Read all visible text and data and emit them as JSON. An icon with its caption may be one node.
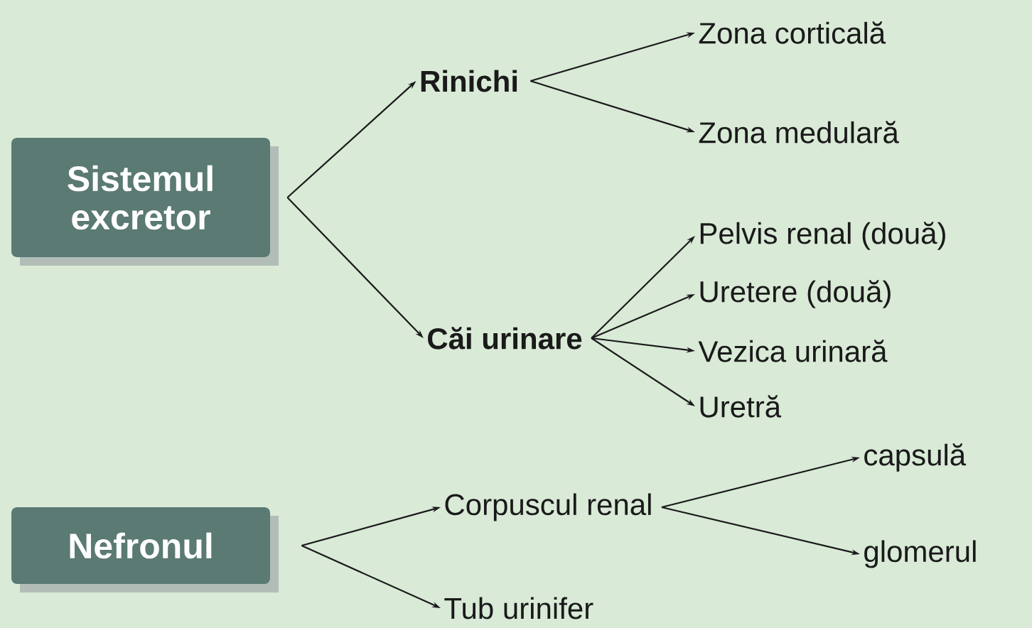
{
  "diagram": {
    "nodes": [
      {
        "text": [
          "Sistemul excretor"
        ]
      },
      {
        "text": [
          "Rinichi"
        ]
      },
      {
        "text": [
          "Zona corticală"
        ]
      },
      {
        "text": [
          "Zona medulară"
        ]
      },
      {
        "text": [
          "Căi urinare"
        ]
      },
      {
        "text": [
          "Pelvis renal (două)"
        ]
      },
      {
        "text": [
          "Uretere (două)"
        ]
      },
      {
        "text": [
          "Vezica urinară"
        ]
      },
      {
        "text": [
          "Uretră"
        ]
      },
      {
        "text": [
          "Nefronul"
        ]
      },
      {
        "text": [
          "Corpuscul renal"
        ]
      },
      {
        "text": [
          "Tub urinifer"
        ]
      },
      {
        "text": [
          "capsulă"
        ]
      },
      {
        "text": [
          "glomerul"
        ]
      }
    ],
    "edges": [
      {
        "from": 0,
        "to": 1,
        "arrow": "to"
      },
      {
        "from": 0,
        "to": 4,
        "arrow": "to"
      },
      {
        "from": 1,
        "to": 2,
        "arrow": "to"
      },
      {
        "from": 1,
        "to": 3,
        "arrow": "to"
      },
      {
        "from": 4,
        "to": 5,
        "arrow": "to"
      },
      {
        "from": 4,
        "to": 6,
        "arrow": "to"
      },
      {
        "from": 4,
        "to": 7,
        "arrow": "to"
      },
      {
        "from": 4,
        "to": 8,
        "arrow": "to"
      },
      {
        "from": 9,
        "to": 10,
        "arrow": "to"
      },
      {
        "from": 9,
        "to": 11,
        "arrow": "to"
      },
      {
        "from": 10,
        "to": 12,
        "arrow": "to"
      },
      {
        "from": 10,
        "to": 13,
        "arrow": "to"
      }
    ]
  }
}
